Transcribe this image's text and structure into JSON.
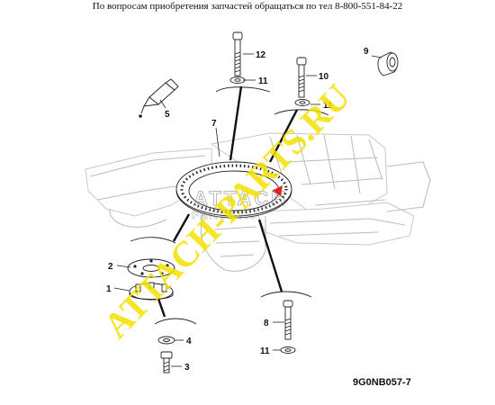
{
  "header": {
    "text": "По вопросам приобретения запчастей обращаться по тел 8-800-551-84-22"
  },
  "drawing": {
    "reference_code": "9G0NB057-7"
  },
  "watermark": {
    "diagonal_text": "ATTACH-PARTS.RU",
    "logo_top": "ATTACH",
    "logo_bottom": "PARTS.RU",
    "diagonal_color": "#f2e000"
  },
  "callouts": [
    {
      "id": "1",
      "label": "1"
    },
    {
      "id": "2",
      "label": "2"
    },
    {
      "id": "3",
      "label": "3"
    },
    {
      "id": "4",
      "label": "4"
    },
    {
      "id": "5",
      "label": "5"
    },
    {
      "id": "7",
      "label": "7"
    },
    {
      "id": "8",
      "label": "8"
    },
    {
      "id": "9",
      "label": "9"
    },
    {
      "id": "10",
      "label": "10"
    },
    {
      "id": "11a",
      "label": "11"
    },
    {
      "id": "11b",
      "label": "11"
    },
    {
      "id": "11c",
      "label": "11"
    },
    {
      "id": "12",
      "label": "12"
    }
  ]
}
